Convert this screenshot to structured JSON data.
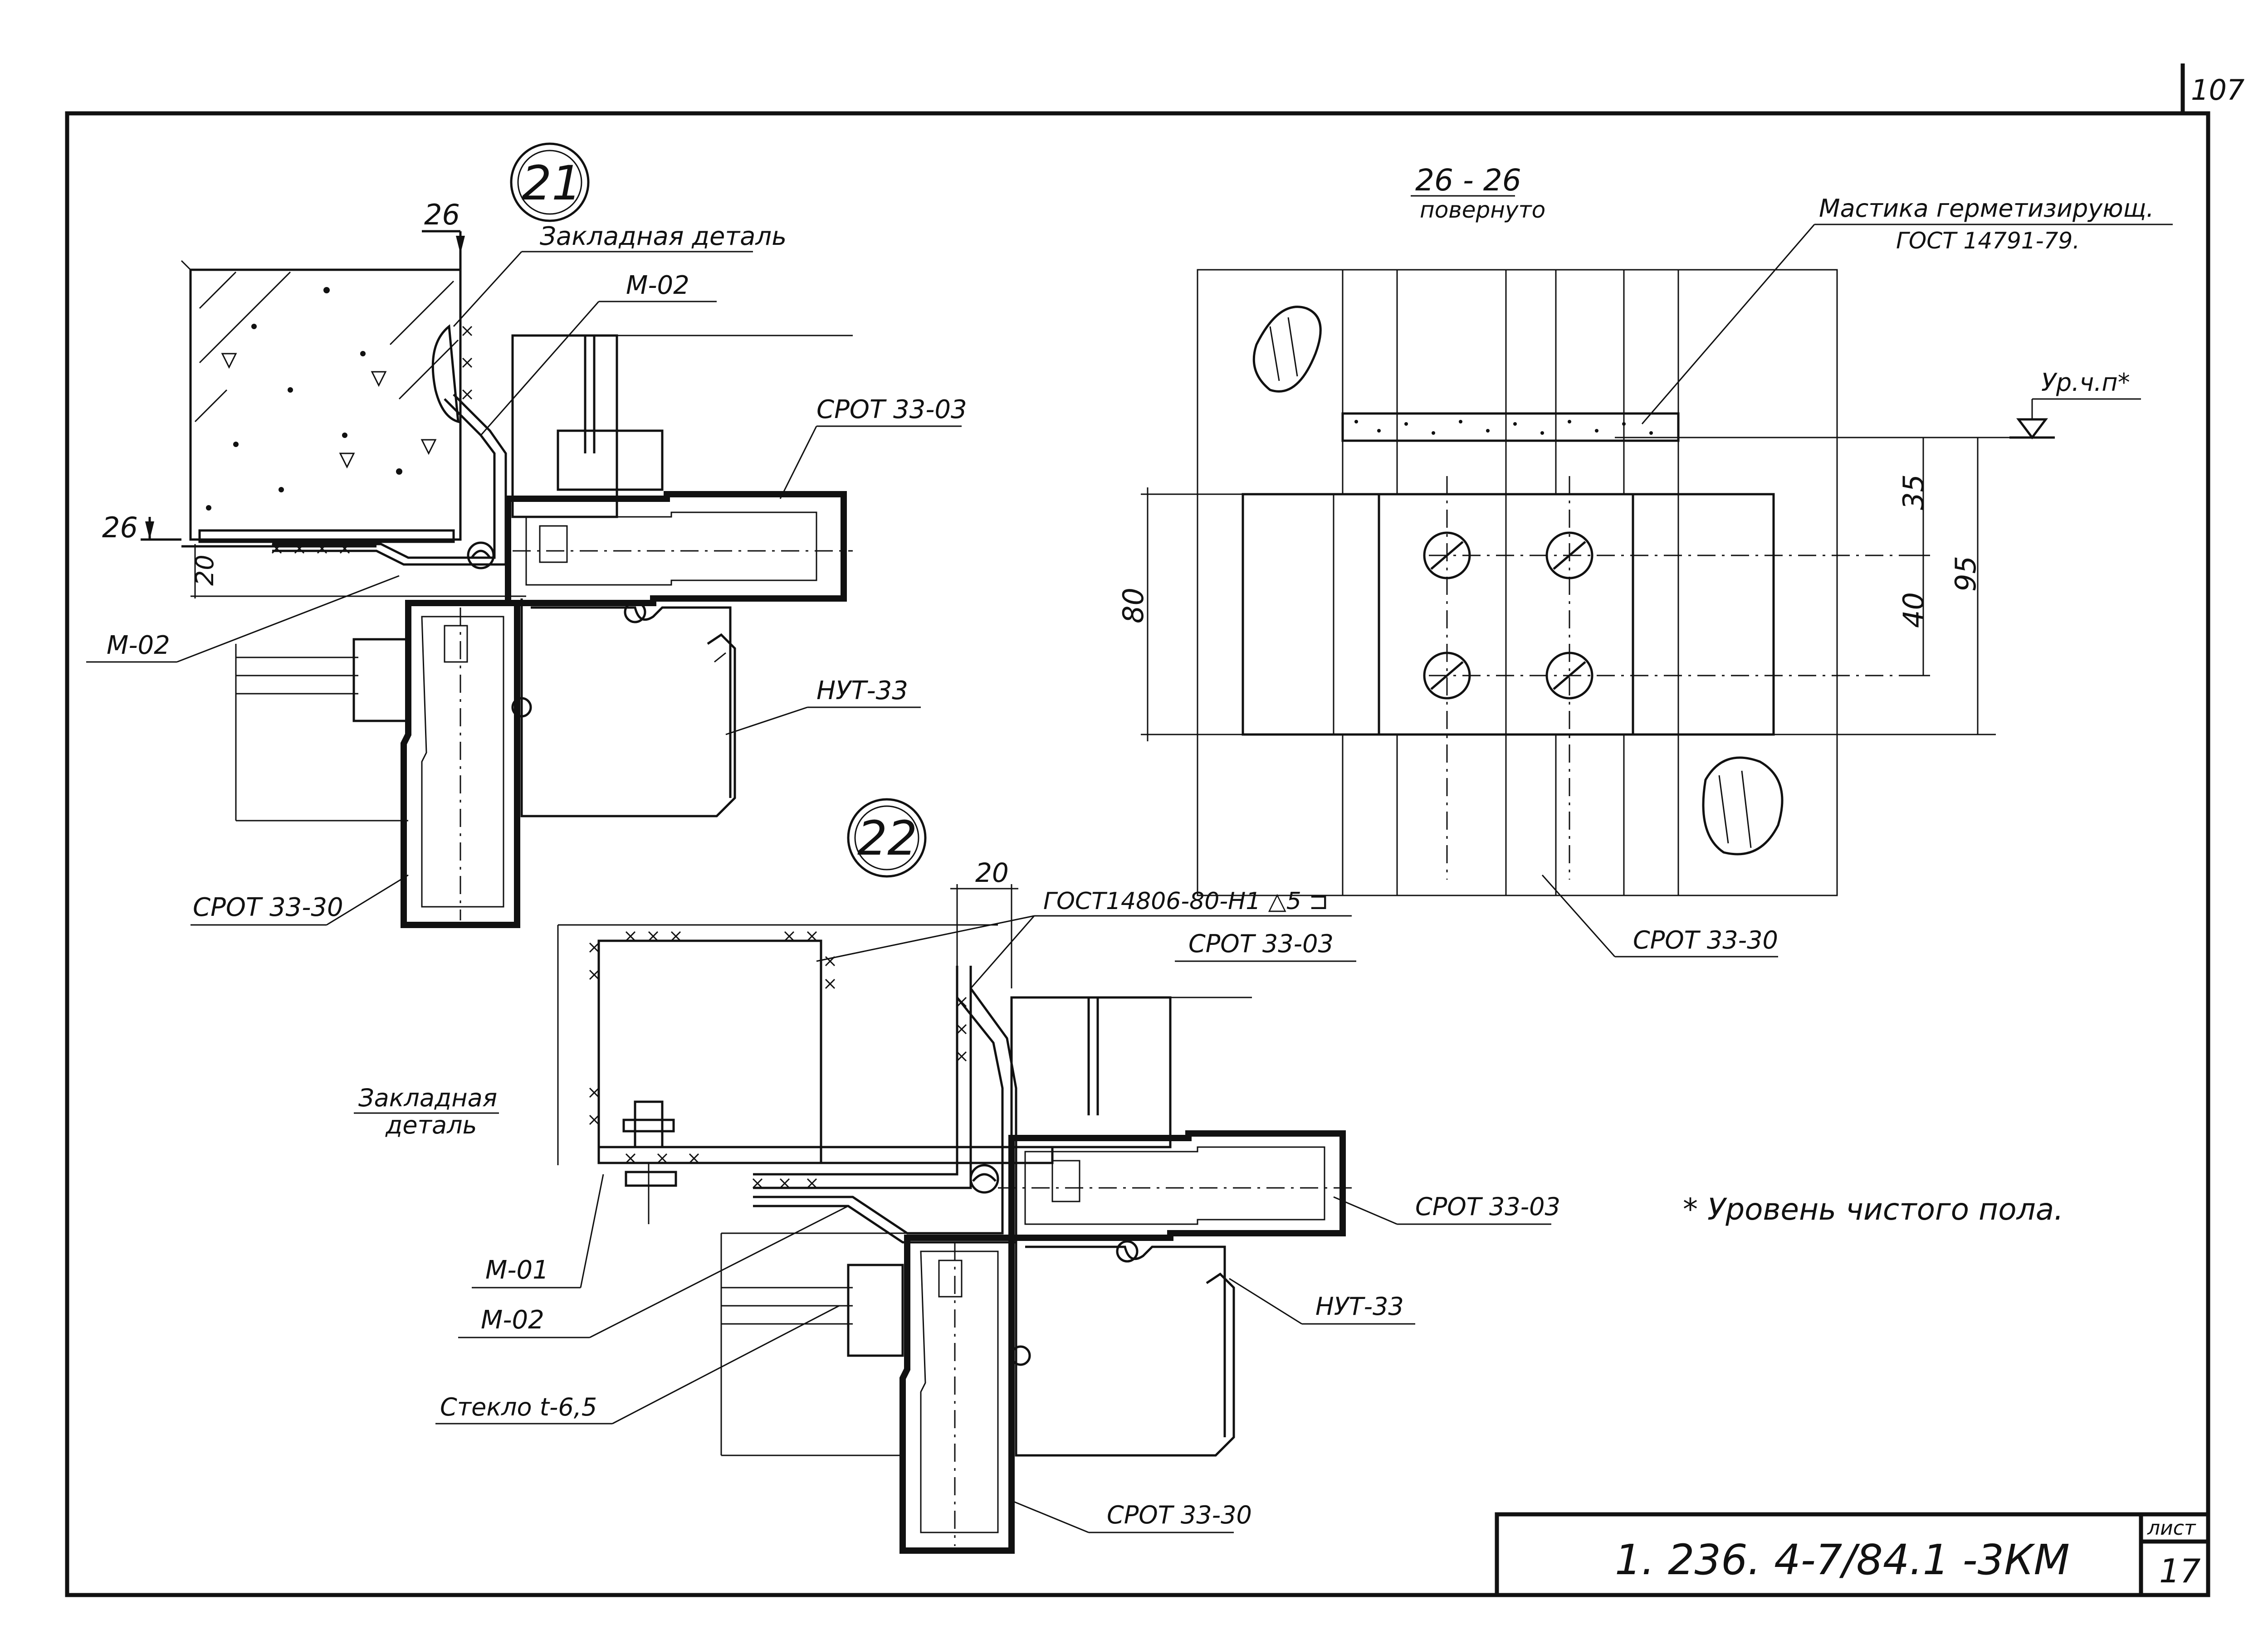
{
  "sheet": {
    "corner_number": "107",
    "code": "1. 236. 4-7/84.1 -3КМ",
    "sheet_label": "лист",
    "sheet_number": "17"
  },
  "detail_21": {
    "marker": "21",
    "section_mark": "26",
    "labels": {
      "embedded_part": "Закладная деталь",
      "m02_top": "М-02",
      "srot_03": "СРОТ 33-03",
      "m02_left": "М-02",
      "nut_33": "НУТ-33",
      "srot_30": "СРОТ 33-30",
      "dim_20": "20"
    }
  },
  "section_26": {
    "title": "26 - 26",
    "subtitle": "повернуто",
    "sealant": "Мастика герметизирующ.",
    "sealant_std": "ГОСТ 14791-79.",
    "floor_level": "Ур.ч.п*",
    "dim_35": "35",
    "dim_40": "40",
    "dim_95": "95",
    "dim_80": "80",
    "srot_30": "СРОТ 33-30"
  },
  "detail_22": {
    "marker": "22",
    "dim_20": "20",
    "weld_std": "ГОСТ14806-80-Н1 △5 ⊐",
    "srot_03_top": "СРОТ 33-03",
    "embedded_part_1": "Закладная",
    "embedded_part_2": "деталь",
    "srot_03_right": "СРОТ 33-03",
    "m01": "М-01",
    "m02": "М-02",
    "glass": "Стекло t-6,5",
    "nut_33": "НУТ-33",
    "srot_30": "СРОТ 33-30"
  },
  "note": "* Уровень чистого пола."
}
